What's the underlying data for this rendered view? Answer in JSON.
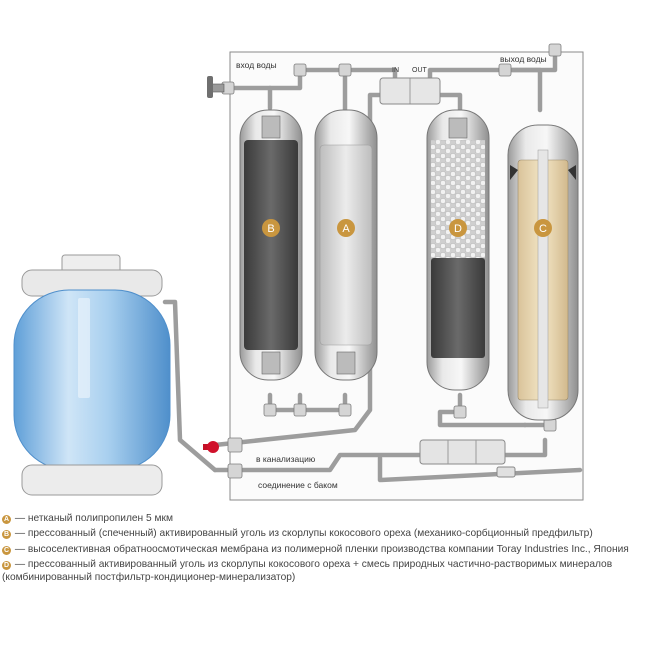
{
  "labels": {
    "water_inlet": "вход воды",
    "water_outlet": "выход воды",
    "in_port": "IN",
    "out_port": "OUT",
    "drain": "в канализацию",
    "tank_connection": "соединение с баком"
  },
  "filters": [
    {
      "letter": "B"
    },
    {
      "letter": "A"
    },
    {
      "letter": "D"
    },
    {
      "letter": "C"
    }
  ],
  "legend": [
    {
      "letter": "A",
      "text": "— нетканый полипропилен 5 мкм"
    },
    {
      "letter": "B",
      "text": "— прессованный (спеченный) активированный уголь из скорлупы кокосового ореха (механико-сорбционный предфильтр)"
    },
    {
      "letter": "C",
      "text": "— высоселективная обратноосмотическая мембрана из полимерной пленки производства компании Toray Industries Inc., Япония"
    },
    {
      "letter": "D",
      "text": "— прессованный активированный уголь из скорлупы кокосового ореха + смесь природных частично-растворимых минералов (комбинированный постфильтр-кондиционер-минерализатор)"
    }
  ],
  "colors": {
    "accent_gold": "#c9963f",
    "drain_valve": "#d0112b",
    "tank_blue": "#7fb6e6",
    "carbon_dark": "#4d4d4d"
  }
}
